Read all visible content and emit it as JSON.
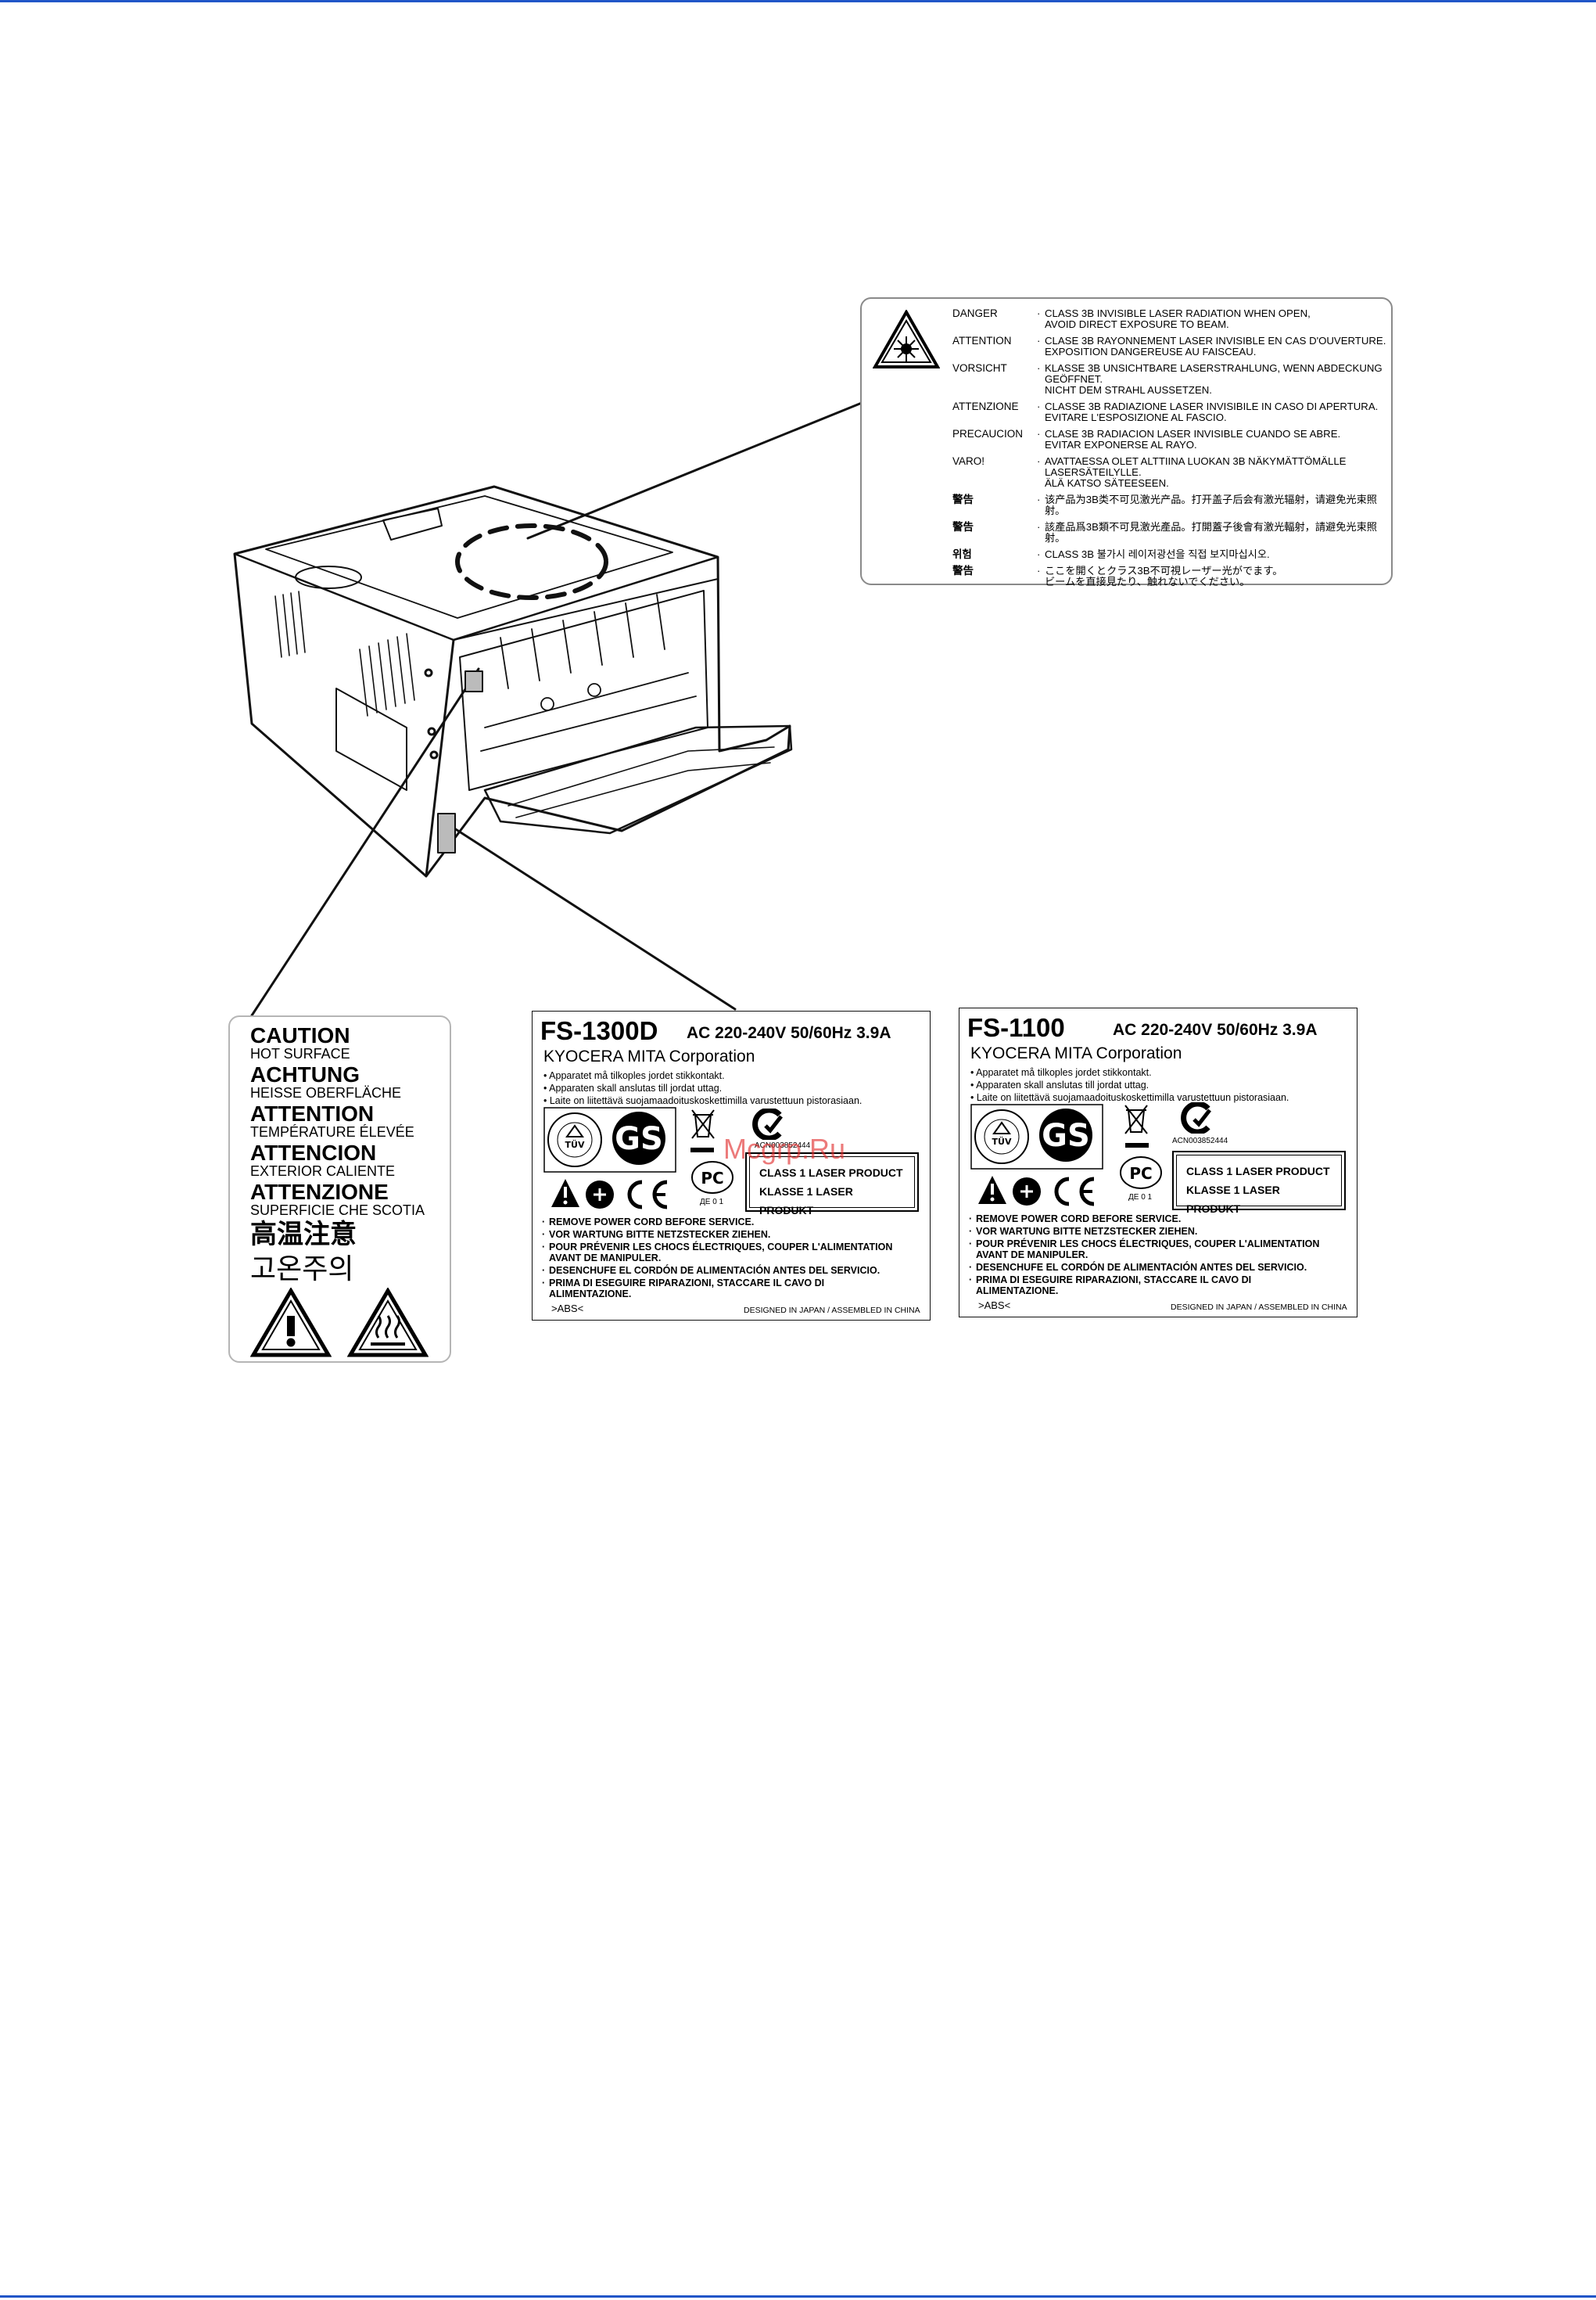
{
  "colors": {
    "rule": "#2156c8",
    "ink": "#111111",
    "watermark": "#e03030"
  },
  "laser_label": {
    "rows": [
      {
        "kw": "DANGER",
        "text": "CLASS 3B INVISIBLE LASER RADIATION WHEN OPEN,\nAVOID DIRECT EXPOSURE TO BEAM."
      },
      {
        "kw": "ATTENTION",
        "text": "CLASE 3B RAYONNEMENT LASER INVISIBLE EN CAS D'OUVERTURE.\nEXPOSITION DANGEREUSE AU FAISCEAU."
      },
      {
        "kw": "VORSICHT",
        "text": "KLASSE 3B UNSICHTBARE LASERSTRAHLUNG, WENN ABDECKUNG\nGEÖFFNET.\nNICHT DEM STRAHL AUSSETZEN."
      },
      {
        "kw": "ATTENZIONE",
        "text": "CLASSE 3B RADIAZIONE LASER INVISIBILE IN CASO DI APERTURA.\nEVITARE L'ESPOSIZIONE AL FASCIO."
      },
      {
        "kw": "PRECAUCION",
        "text": "CLASE 3B RADIACION LASER INVISIBLE CUANDO SE ABRE.\nEVITAR EXPONERSE AL RAYO."
      },
      {
        "kw": "VARO!",
        "text": "AVATTAESSA OLET ALTTIINA LUOKAN 3B NÄKYMÄTTÖMÄLLE\nLASERSÄTEILYLLE.\nÄLÄ KATSO SÄTEESEEN."
      },
      {
        "kw": "警告",
        "text": "该产品为3B类不可见激光产品。打开盖子后会有激光辐射，请避免光束照射。"
      },
      {
        "kw": "警告",
        "text": "該產品爲3B類不可見激光產品。打開蓋子後會有激光輻射，請避免光束照射。"
      },
      {
        "kw": "위험",
        "text": "CLASS 3B 불가시 레이저광선을 직접 보지마십시오."
      },
      {
        "kw": "警告",
        "text": "ここを開くとクラス3B不可視レーザー光がでます。\nビームを直接見たり、触れないでください。"
      }
    ]
  },
  "caution_label": {
    "lines": [
      {
        "head": "CAUTION",
        "sub": "HOT SURFACE"
      },
      {
        "head": "ACHTUNG",
        "sub": "HEISSE OBERFLÄCHE"
      },
      {
        "head": "ATTENTION",
        "sub": "TEMPÉRATURE ÉLEVÉE"
      },
      {
        "head": "ATTENCION",
        "sub": "EXTERIOR CALIENTE"
      },
      {
        "head": "ATTENZIONE",
        "sub": "SUPERFICIE CHE SCOTIA"
      }
    ],
    "zh": "高温注意",
    "ko": "고온주의"
  },
  "rating_labels": [
    {
      "model": "FS-1300D",
      "spec": "AC 220-240V  50/60Hz  3.9A",
      "corp": "KYOCERA MITA Corporation",
      "bullets": [
        "Apparatet må tilkoples jordet stikkontakt.",
        "Apparaten skall anslutas till jordat uttag.",
        "Laite on liitettävä suojamaadoituskoskettimilla varustettuun pistorasiaan."
      ],
      "ac_code": "ACN003852444",
      "de_mark": "ДЕ 0 1",
      "laser_line1": "CLASS 1 LASER PRODUCT",
      "laser_line2": "KLASSE 1 LASER PRODUKT",
      "warnings": [
        "REMOVE POWER CORD BEFORE SERVICE.",
        "VOR WARTUNG BITTE NETZSTECKER ZIEHEN.",
        "POUR PRÉVENIR LES CHOCS ÉLECTRIQUES, COUPER L'ALIMENTATION AVANT DE MANIPULER.",
        "DESENCHUFE EL CORDÓN DE ALIMENTACIÓN ANTES DEL SERVICIO.",
        "PRIMA DI ESEGUIRE RIPARAZIONI, STACCARE IL CAVO DI ALIMENTAZIONE."
      ],
      "abs": ">ABS<",
      "designed": "DESIGNED IN JAPAN / ASSEMBLED IN CHINA"
    },
    {
      "model": "FS-1100",
      "spec": "AC 220-240V  50/60Hz  3.9A",
      "corp": "KYOCERA MITA Corporation",
      "bullets": [
        "Apparatet må tilkoples jordet stikkontakt.",
        "Apparaten skall anslutas till jordat uttag.",
        "Laite on liitettävä suojamaadoituskoskettimilla varustettuun pistorasiaan."
      ],
      "ac_code": "ACN003852444",
      "de_mark": "ДЕ 0 1",
      "laser_line1": "CLASS 1 LASER PRODUCT",
      "laser_line2": "KLASSE 1 LASER PRODUKT",
      "warnings": [
        "REMOVE POWER CORD BEFORE SERVICE.",
        "VOR WARTUNG BITTE NETZSTECKER ZIEHEN.",
        "POUR PRÉVENIR LES CHOCS ÉLECTRIQUES, COUPER L'ALIMENTATION AVANT DE MANIPULER.",
        "DESENCHUFE EL CORDÓN DE ALIMENTACIÓN ANTES DEL SERVICIO.",
        "PRIMA DI ESEGUIRE RIPARAZIONI, STACCARE IL CAVO DI ALIMENTAZIONE."
      ],
      "abs": ">ABS<",
      "designed": "DESIGNED IN JAPAN / ASSEMBLED IN CHINA"
    }
  ],
  "watermark": "Mcgrp.Ru"
}
